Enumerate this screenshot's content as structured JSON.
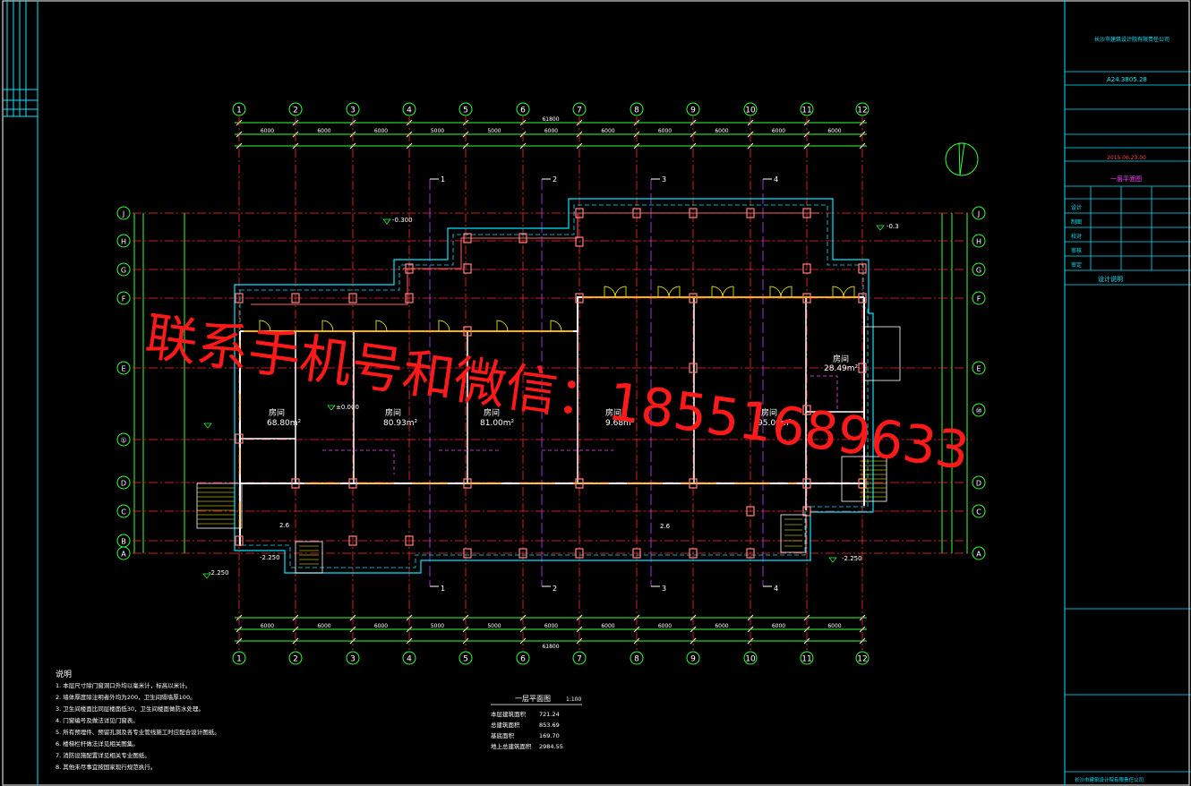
{
  "grid": {
    "columns": [
      "1",
      "2",
      "3",
      "4",
      "5",
      "6",
      "7",
      "8",
      "9",
      "10",
      "11",
      "12"
    ],
    "rows_left": [
      "J",
      "H",
      "G",
      "F",
      "E",
      "①",
      "D",
      "C",
      "B",
      "A"
    ],
    "rows_right": [
      "J",
      "H",
      "G",
      "F",
      "E",
      "⑩",
      "D",
      "C",
      "A"
    ]
  },
  "dimensions": {
    "overall": "61800",
    "spans_top": [
      "6000",
      "6000",
      "6000",
      "5000",
      "5000",
      "6000",
      "6000",
      "6000",
      "6000",
      "6000",
      "6000"
    ],
    "spans_bottom": [
      "6000",
      "6000",
      "6000",
      "5000",
      "5000",
      "6000",
      "6000",
      "6000",
      "6000",
      "6000",
      "6000"
    ]
  },
  "sections": [
    "1",
    "2",
    "3",
    "4"
  ],
  "rooms": [
    {
      "name": "房间",
      "area": "68.80m²"
    },
    {
      "name": "房间",
      "area": "80.93m²"
    },
    {
      "name": "房间",
      "area": "81.00m²"
    },
    {
      "name": "房间",
      "area": "9.68m²"
    },
    {
      "name": "房间",
      "area": "95.00m²"
    },
    {
      "name": "房间",
      "area": "28.49m²"
    }
  ],
  "levels": [
    "±0.000",
    "-0.300",
    "2.6",
    "2.6",
    "-2.250",
    "-2.250",
    "-0.3"
  ],
  "watermark": "联系手机号和微信：18551689633",
  "title_block": {
    "company": "长沙市建筑设计院有限责任公司",
    "project_no": "A24.3805.28",
    "date": "2015.06.23.00",
    "drawing_name": "一层平面图",
    "sheet_label": "设计说明",
    "rows": [
      {
        "a": "设计",
        "b": "",
        "c": "",
        "d": ""
      },
      {
        "a": "制图",
        "b": "",
        "c": "",
        "d": ""
      },
      {
        "a": "校对",
        "b": "",
        "c": "",
        "d": ""
      },
      {
        "a": "审核",
        "b": "",
        "c": "",
        "d": ""
      },
      {
        "a": "审定",
        "b": "",
        "c": "",
        "d": ""
      }
    ],
    "footer": "长沙市建筑设计院有限责任公司"
  },
  "notes": {
    "heading": "说明",
    "items": [
      "1. 本层尺寸除门窗洞口外均以毫米计，标高以米计。",
      "2. 墙体厚度除注明者外均为200，卫生间隔墙厚100。",
      "3. 卫生间楼面比同层楼面低30，卫生间楼面做防水处理。",
      "4. 门窗编号及做法详见门窗表。",
      "5. 所有预埋件、预留孔洞及各专业管线施工时应配合设计图纸。",
      "6. 楼梯栏杆做法详见相关图集。",
      "7. 消防设施配置详见相关专业图纸。",
      "8. 其他未尽事宜按国家现行规范执行。"
    ]
  },
  "area_table": {
    "title": "一层平面图",
    "scale": "1:100",
    "rows": [
      {
        "label": "本层建筑面积",
        "value": "721.24"
      },
      {
        "label": "总建筑面积",
        "value": "853.69"
      },
      {
        "label": "基底面积",
        "value": "169.70"
      },
      {
        "label": "地上总建筑面积",
        "value": "2984.55"
      }
    ]
  },
  "colors": {
    "frame": "#00e5ff",
    "grid": "#ff2b2b",
    "dims": "#33ff33",
    "walls": "#ffffff",
    "windows": "#ffb000",
    "section": "#c040ff",
    "watermark": "#ff1a1a"
  }
}
